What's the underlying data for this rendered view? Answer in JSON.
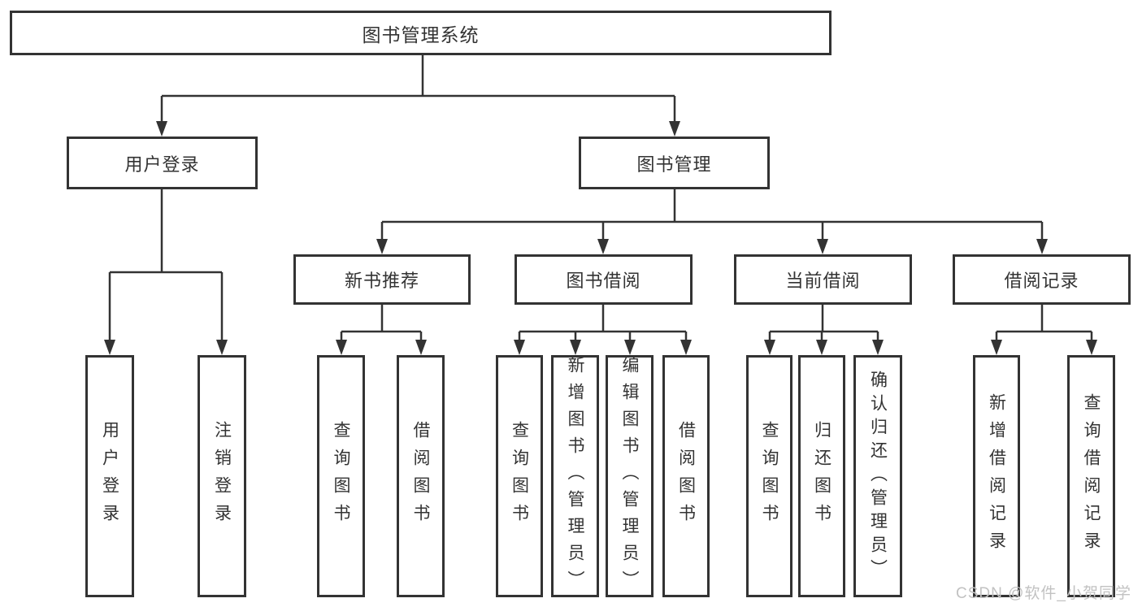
{
  "diagram": {
    "root": {
      "label": "图书管理系统"
    },
    "level2": {
      "user_login": {
        "label": "用户登录"
      },
      "book_mgmt": {
        "label": "图书管理"
      }
    },
    "level3": {
      "new_book_rec": {
        "label": "新书推荐"
      },
      "book_borrow": {
        "label": "图书借阅"
      },
      "current_borrow": {
        "label": "当前借阅"
      },
      "borrow_record": {
        "label": "借阅记录"
      }
    },
    "leaves": {
      "user_login_leaf": {
        "label": "用户登录"
      },
      "logout": {
        "label": "注销登录"
      },
      "query_book_1": {
        "label": "查询图书"
      },
      "borrow_book_1": {
        "label": "借阅图书"
      },
      "query_book_2": {
        "label": "查询图书"
      },
      "add_book": {
        "label": "新增图书（管理员）"
      },
      "edit_book": {
        "label": "编辑图书（管理员）"
      },
      "borrow_book_2": {
        "label": "借阅图书"
      },
      "query_book_3": {
        "label": "查询图书"
      },
      "return_book": {
        "label": "归还图书"
      },
      "confirm_return": {
        "label": "确认归还（管理员）"
      },
      "add_borrow_record": {
        "label": "新增借阅记录"
      },
      "query_borrow_record": {
        "label": "查询借阅记录"
      }
    },
    "watermark": "CSDN @软件_小贺同学",
    "colors": {
      "line": "#333333",
      "text": "#333333",
      "watermark": "#c2c2c2",
      "background": "#ffffff"
    }
  }
}
